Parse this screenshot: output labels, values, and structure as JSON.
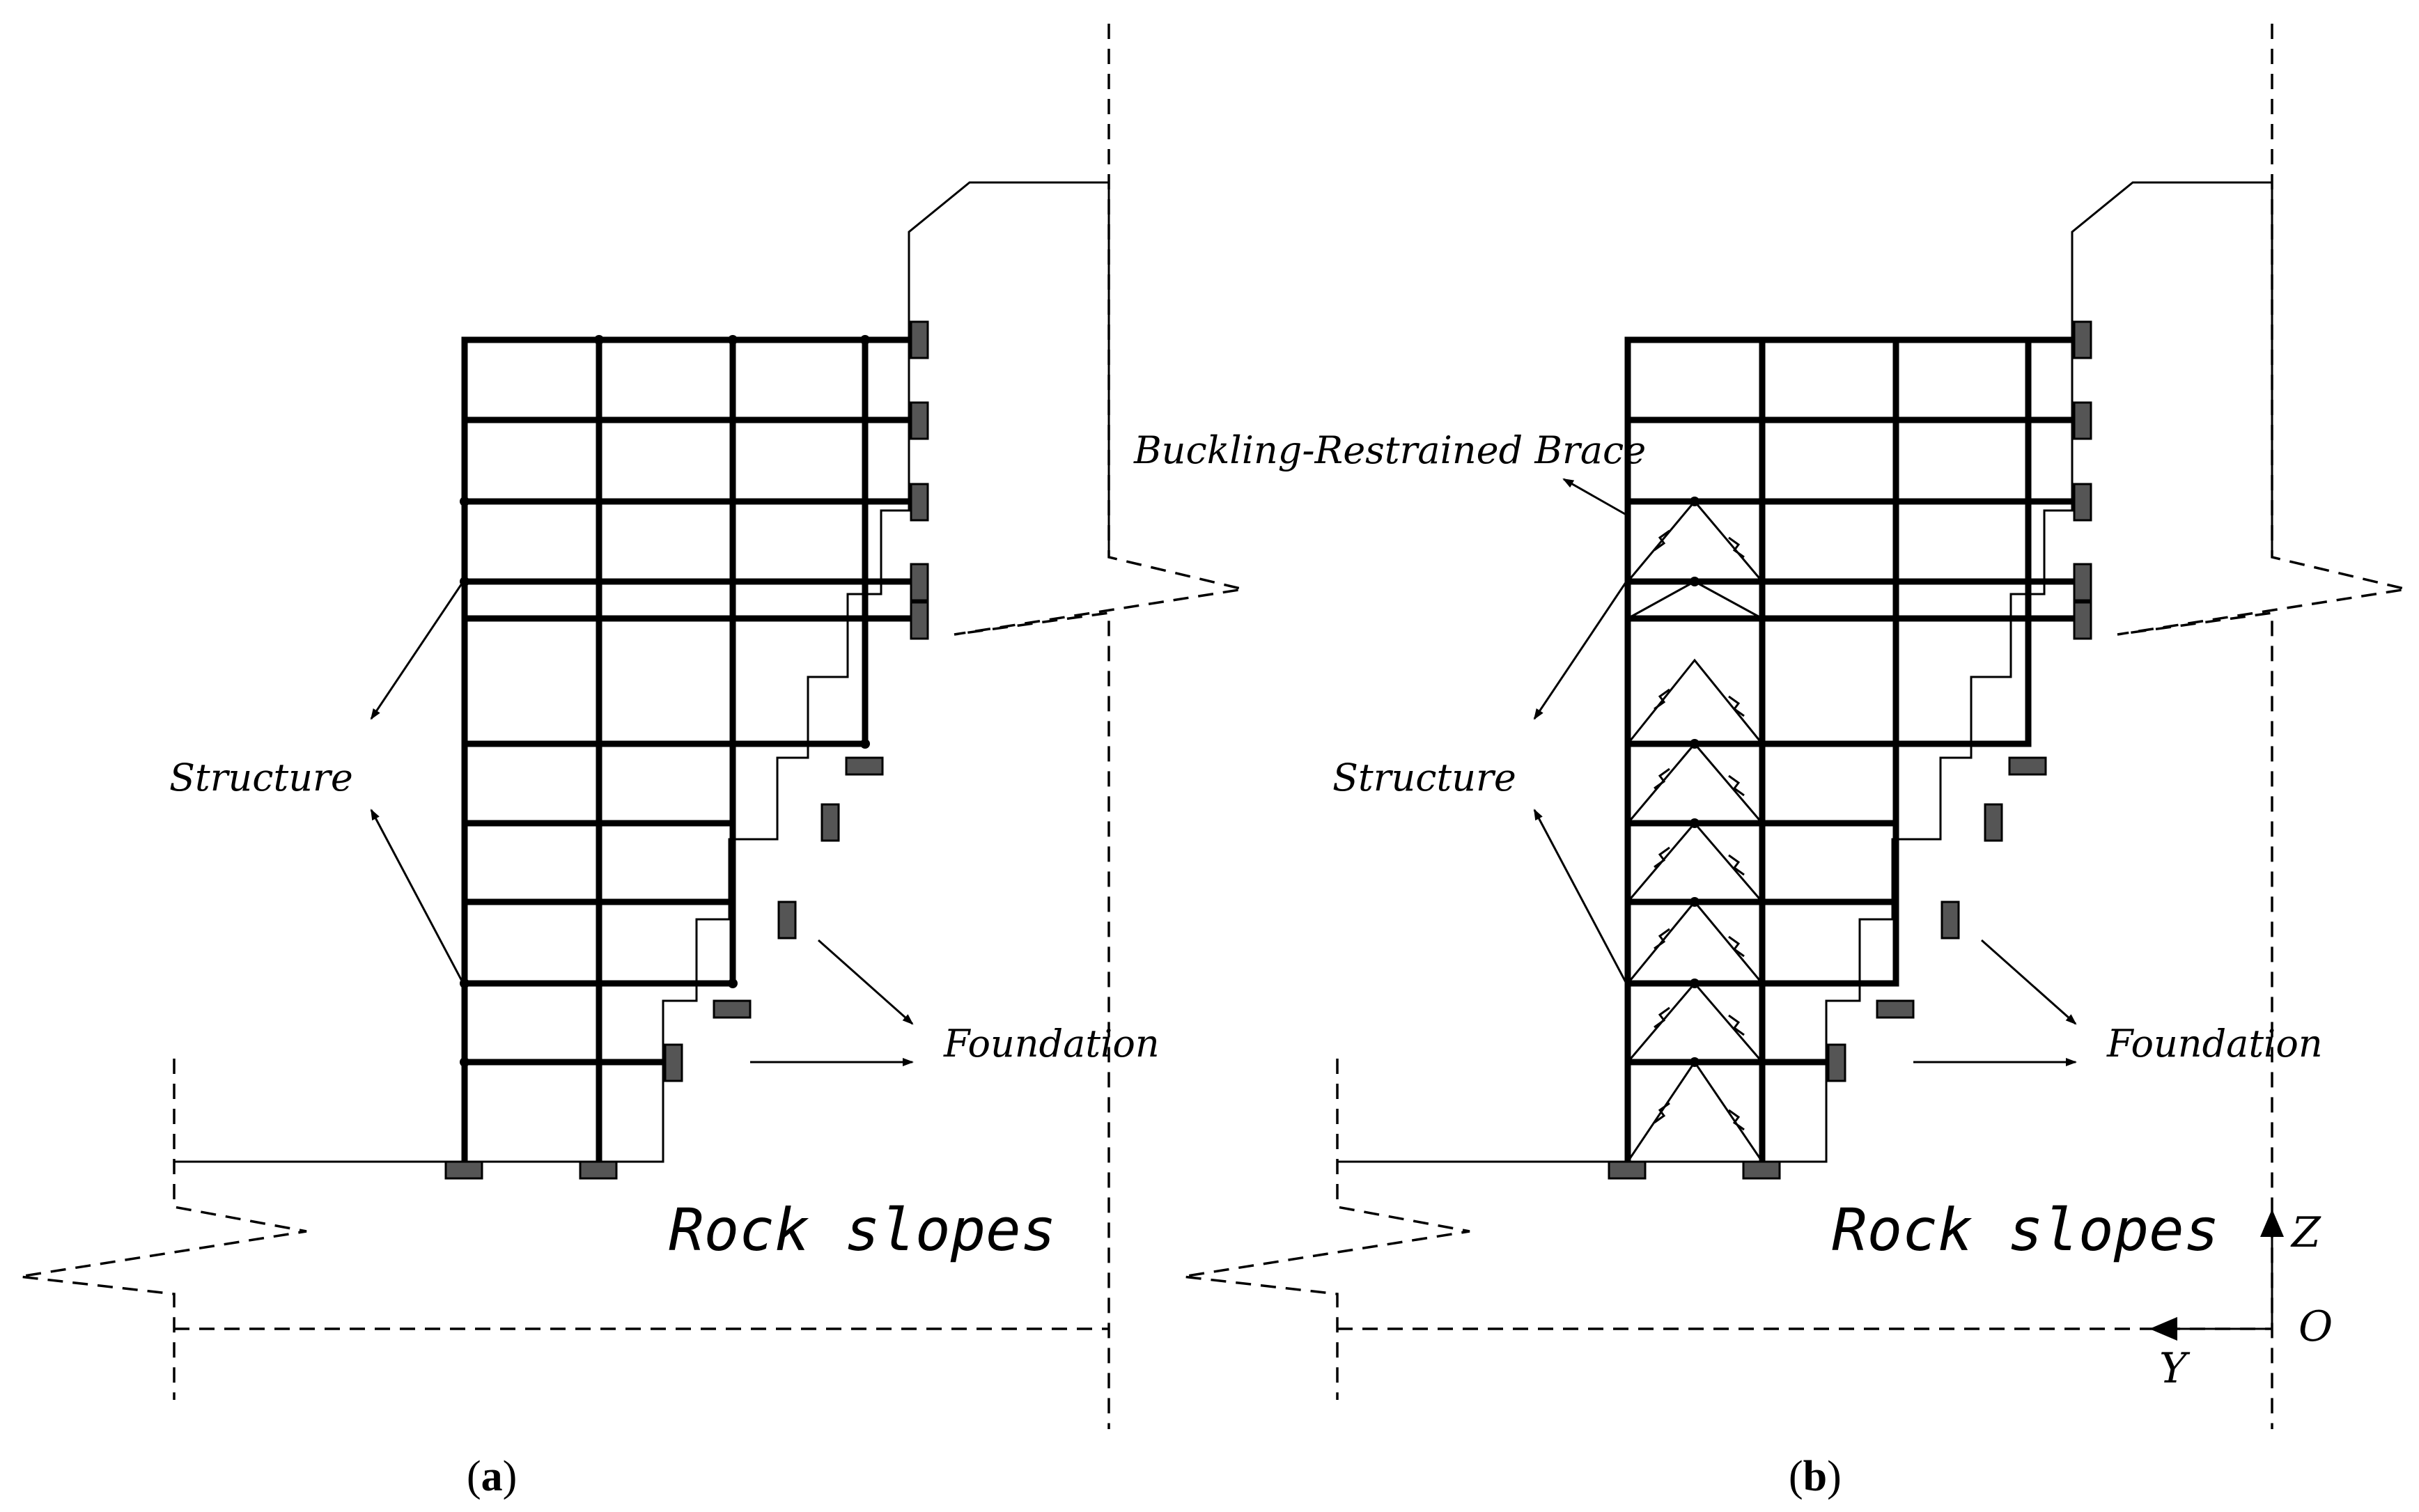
{
  "panels": [
    {
      "id": "a",
      "caption_open": "(",
      "caption_letter": "a",
      "caption_close": ")",
      "structure_label": "Structure",
      "foundation_label": "Foundation",
      "rock_label": "Rock slopes"
    },
    {
      "id": "b",
      "caption_open": "(",
      "caption_letter": "b",
      "caption_close": ")",
      "structure_label": "Structure",
      "foundation_label": "Foundation",
      "rock_label": "Rock slopes",
      "brace_label": "Buckling-Restrained Brace",
      "axes": {
        "z": "Z",
        "o": "O",
        "y": "Y"
      }
    }
  ]
}
